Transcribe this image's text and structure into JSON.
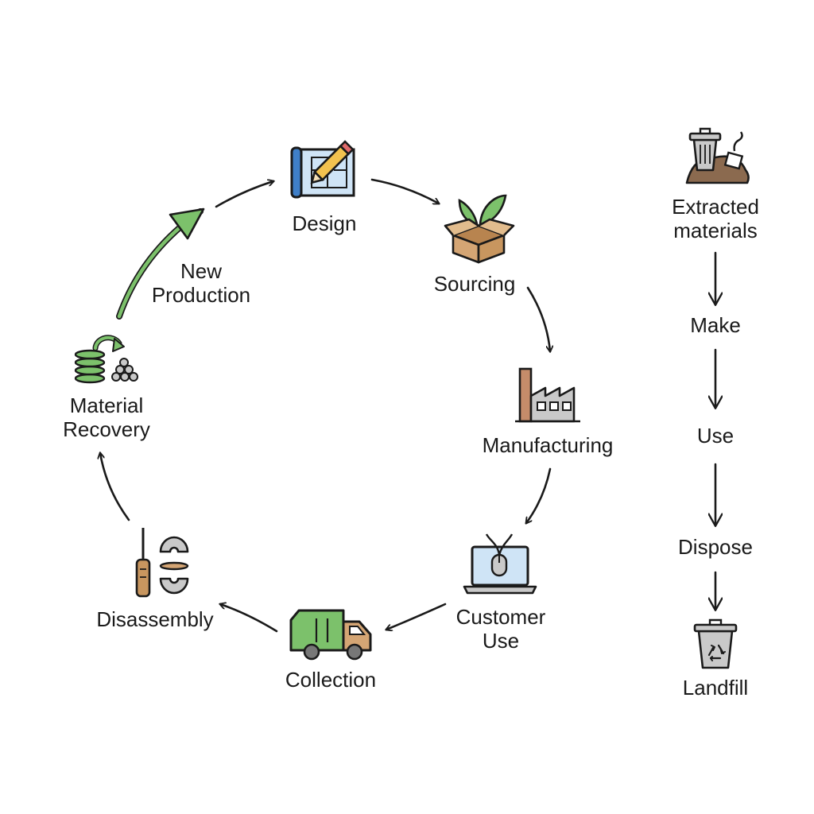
{
  "circular": {
    "design": "Design",
    "sourcing": "Sourcing",
    "manufacturing": "Manufacturing",
    "customer_use": [
      "Customer",
      "Use"
    ],
    "collection": "Collection",
    "disassembly": "Disassembly",
    "material_recovery": [
      "Material",
      "Recovery"
    ],
    "new_production": [
      "New",
      "Production"
    ]
  },
  "linear": {
    "extracted_materials": [
      "Extracted",
      "materials"
    ],
    "make": "Make",
    "use": "Use",
    "dispose": "Dispose",
    "landfill": "Landfill"
  },
  "colors": {
    "accent_green": "#7cc16b",
    "blueprint_blue": "#3f7fc8",
    "cardboard": "#d4a574",
    "chimney_brown": "#c58c6a",
    "gray": "#c9c9c9",
    "ink": "#1a1a1a"
  },
  "icons": {
    "design": "blueprint-pencil-icon",
    "sourcing": "box-with-sprout-icon",
    "manufacturing": "factory-icon",
    "customer_use": "laptop-mouse-icon",
    "collection": "garbage-truck-icon",
    "disassembly": "screwdriver-parts-icon",
    "material_recovery": "material-stacks-icon",
    "extracted_materials": "trash-dirt-pile-icon",
    "landfill": "recycle-bin-icon"
  }
}
